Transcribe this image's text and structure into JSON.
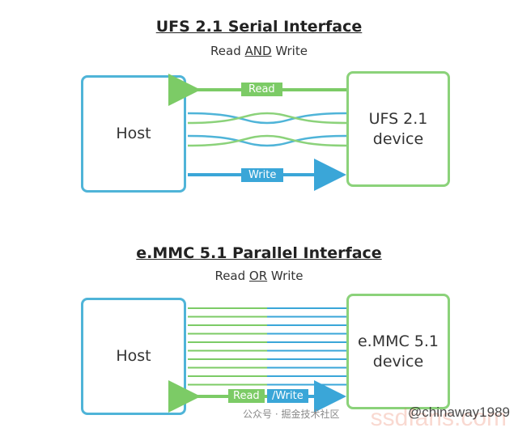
{
  "top": {
    "title": "UFS 2.1 Serial Interface",
    "subtitle_a": "Read ",
    "subtitle_op": "AND",
    "subtitle_b": " Write",
    "host": "Host",
    "device_line1": "UFS 2.1",
    "device_line2": "device",
    "read_label": "Read",
    "write_label": "Write"
  },
  "bottom": {
    "title": "e.MMC 5.1 Parallel  Interface",
    "subtitle_a": "Read ",
    "subtitle_op": "OR",
    "subtitle_b": " Write",
    "host": "Host",
    "device_line1": "e.MMC 5.1",
    "device_line2": "device",
    "read_label": "Read",
    "write_label": "/Write",
    "data_lines": 10
  },
  "watermark": {
    "left": "公众号 · 掘金技术社区",
    "right": "@chinaway1989",
    "site": "ssdfans.com"
  },
  "colors": {
    "blue": "#3aa6d8",
    "green": "#7ccb66",
    "host_border": "#4fb4d8",
    "device_border": "#8bd27a"
  }
}
